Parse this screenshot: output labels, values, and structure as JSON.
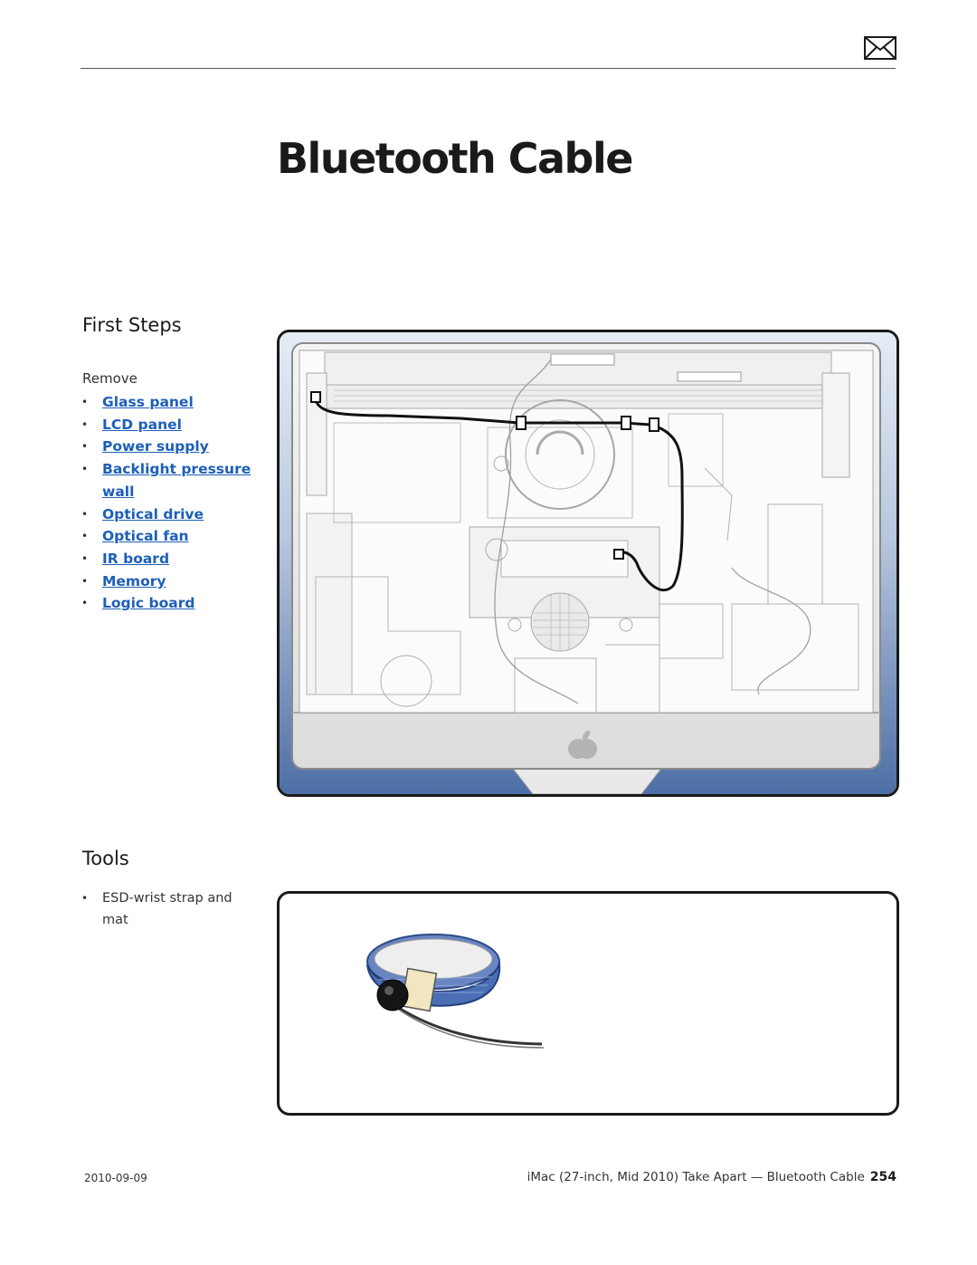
{
  "header": {
    "icon": "envelope-icon"
  },
  "title": "Bluetooth Cable",
  "first_steps": {
    "heading": "First Steps",
    "remove_label": "Remove",
    "items": [
      "Glass panel",
      "LCD panel",
      "Power supply",
      "Backlight pressure wall",
      "Optical drive",
      "Optical fan",
      "IR board",
      "Memory",
      "Logic board"
    ]
  },
  "tools": {
    "heading": "Tools",
    "items": [
      "ESD-wrist strap and mat"
    ]
  },
  "footer": {
    "date": "2010-09-09",
    "doc_title": "iMac (27-inch, Mid 2010) Take Apart — Bluetooth Cable",
    "page_number": "254"
  },
  "colors": {
    "link": "#1d5fb8",
    "panel_blue": "#4f72a8",
    "cable": "#111111",
    "wristband_blue": "#4a6fb5"
  }
}
